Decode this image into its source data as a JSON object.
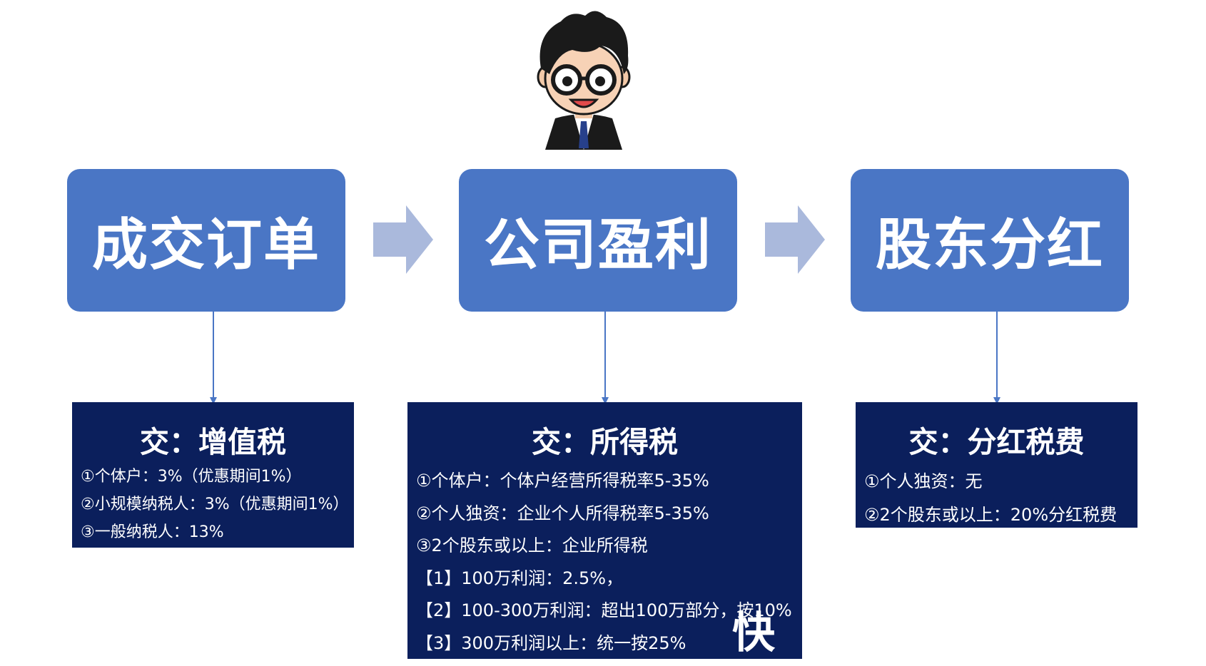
{
  "stages": [
    {
      "title": "成交订单"
    },
    {
      "title": "公司盈利"
    },
    {
      "title": "股东分红"
    }
  ],
  "taxes": [
    {
      "title": "交：增值税",
      "items": [
        "①个体户：3%（优惠期间1%）",
        "②小规模纳税人：3%（优惠期间1%）",
        "③一般纳税人：13%"
      ]
    },
    {
      "title": "交：所得税",
      "items": [
        "①个体户：个体户经营所得税率5-35%",
        "②个人独资：企业个人所得税率5-35%",
        "③2个股东或以上：企业所得税",
        "【1】100万利润：2.5%，",
        "【2】100-300万利润：超出100万部分，按10%",
        "【3】300万利润以上：统一按25%"
      ]
    },
    {
      "title": "交：分红税费",
      "items": [
        "①个人独资：无",
        "②2个股东或以上：20%分红税费"
      ]
    }
  ],
  "watermark": "快",
  "colors": {
    "stage_box": "#4a76c5",
    "tax_box": "#0b1f5c",
    "arrow": "#aab9dc",
    "connector": "#4a76c5",
    "text_light": "#ffffff"
  },
  "icons": {
    "avatar": "cartoon-man-with-glasses",
    "flow_arrow": "right-block-arrow"
  }
}
